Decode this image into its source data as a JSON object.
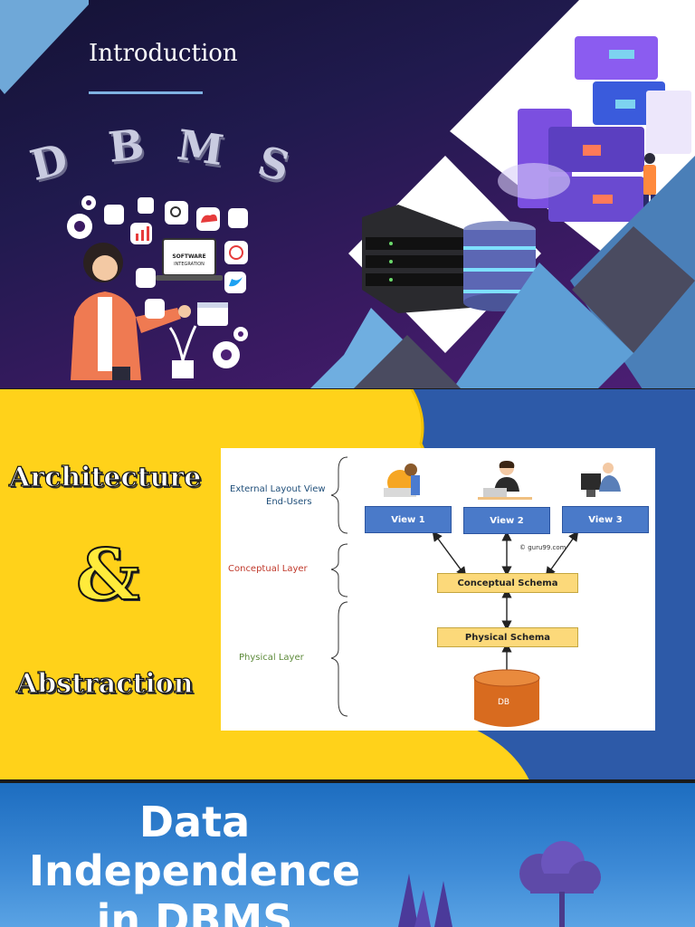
{
  "slide1": {
    "title": "Introduction",
    "letters": [
      "D",
      "B",
      "M",
      "S"
    ],
    "laptop_screen_text": "SOFTWARE INTEGRATION"
  },
  "slide2": {
    "heading_top": "Architecture",
    "ampersand": "&",
    "heading_bottom": "Abstraction",
    "diagram": {
      "external_label": "External Layout View",
      "end_users_label": "End-Users",
      "conceptual_label": "Conceptual Layer",
      "physical_label": "Physical Layer",
      "views": [
        "View 1",
        "View 2",
        "View 3"
      ],
      "watermark": "© guru99.com",
      "conceptual_schema": "Conceptual Schema",
      "physical_schema": "Physical Schema",
      "db": "DB",
      "colors": {
        "conceptual": "#c0392b",
        "physical": "#5d8a3a",
        "external": "#1f4e79"
      }
    }
  },
  "slide3": {
    "title_lines": [
      "Data",
      "Independence",
      "in DBMS"
    ]
  }
}
